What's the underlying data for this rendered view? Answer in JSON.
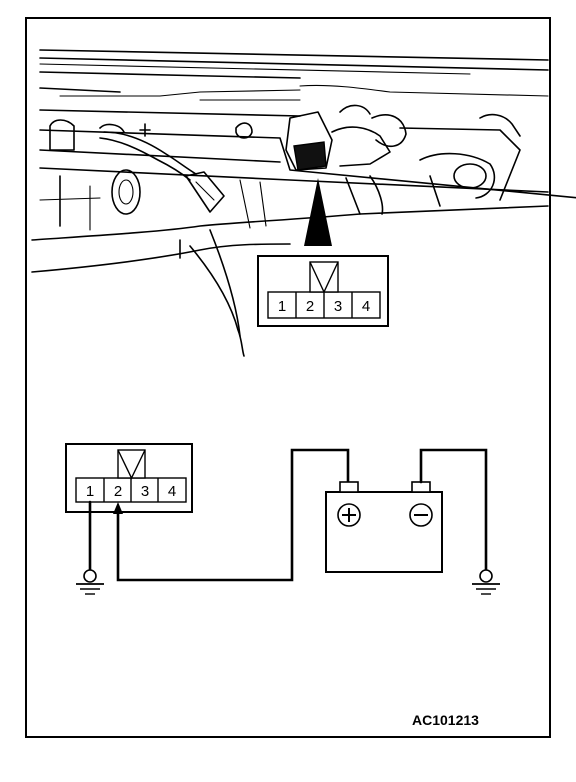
{
  "figure_code": "AC101213",
  "connector_top": {
    "pins": [
      "1",
      "2",
      "3",
      "4"
    ]
  },
  "connector_circuit": {
    "pins": [
      "1",
      "2",
      "3",
      "4"
    ]
  },
  "battery": {
    "positive_symbol": "+",
    "negative_symbol": "−"
  },
  "ground_symbol": "ground-icon"
}
